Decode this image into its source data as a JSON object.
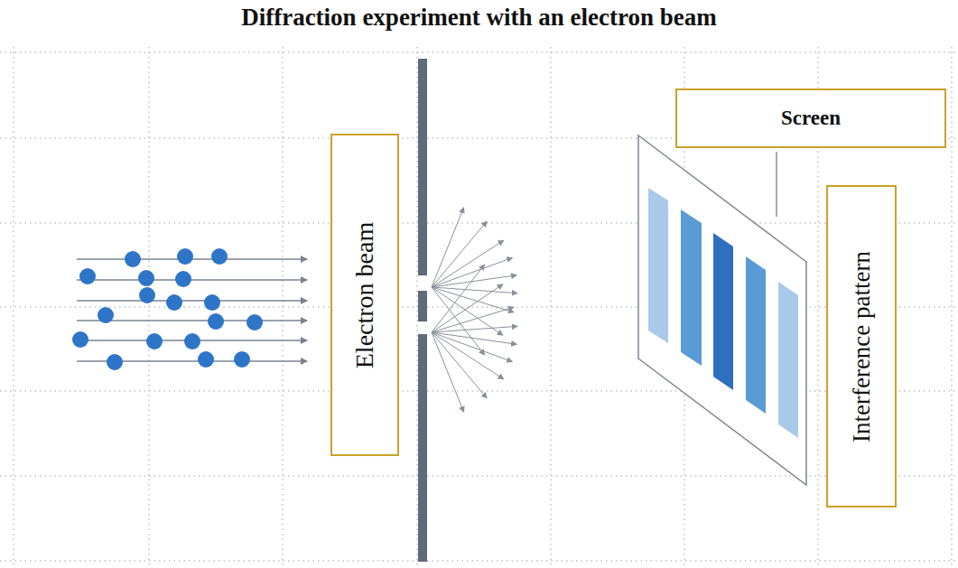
{
  "diagram": {
    "title": "Diffraction experiment with an electron beam",
    "nodes": [
      {
        "text": [
          "Electron beam"
        ]
      },
      {
        "text": [
          "Screen"
        ]
      },
      {
        "text": [
          "Interference pattern"
        ]
      }
    ]
  }
}
